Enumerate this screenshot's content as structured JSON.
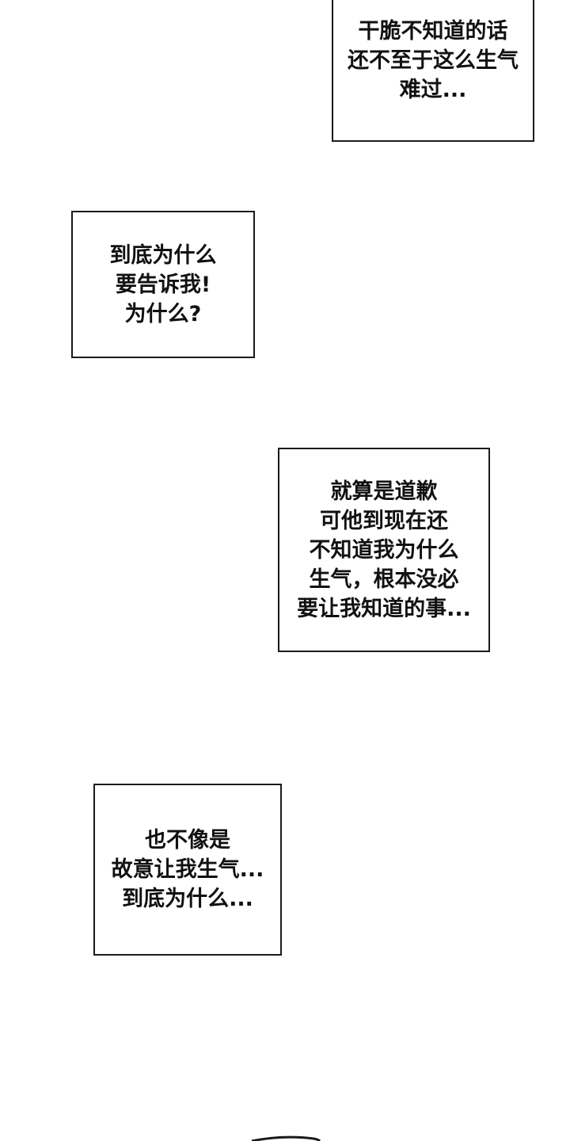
{
  "captions": [
    {
      "lines": [
        "干脆不知道的话",
        "还不至于这么生气",
        "难过..."
      ]
    },
    {
      "lines": [
        "到底为什么",
        "要告诉我!",
        "为什么?"
      ]
    },
    {
      "lines": [
        "就算是道歉",
        "可他到现在还",
        "不知道我为什么",
        "生气，根本没必",
        "要让我知道的事..."
      ]
    },
    {
      "lines": [
        "也不像是",
        "故意让我生气...",
        "到底为什么..."
      ]
    }
  ],
  "colors": {
    "background": "#ffffff",
    "border": "#1a1a1a",
    "text": "#111111"
  }
}
